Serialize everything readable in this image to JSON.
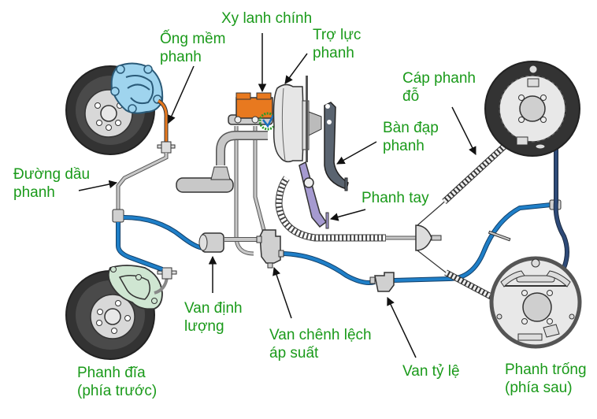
{
  "title": "Hệ thống phanh ô tô",
  "colors": {
    "label": "#1a9a1a",
    "brake_line_blue": "#1f7fc8",
    "parking_cable_blue": "#2e4a78",
    "master_cylinder": "#e8791f",
    "front_caliper": "#9fd4ee",
    "front_lower_caliper": "#cfe6d2",
    "hand_brake_lever": "#a59ad0",
    "brake_pedal": "#5a6470",
    "metal_grey": "#c8c8c8",
    "tire": "#3a3a3a"
  },
  "labels": {
    "master_cylinder": "Xy lanh chính",
    "flex_hose_line1": "Ống mềm",
    "flex_hose_line2": "phanh",
    "booster_line1": "Trợ lực",
    "booster_line2": "phanh",
    "parking_cable_line1": "Cáp phanh",
    "parking_cable_line2": "đỗ",
    "brake_pedal_line1": "Bàn đạp",
    "brake_pedal_line2": "phanh",
    "brake_line_line1": "Đường dầu",
    "brake_line_line2": "phanh",
    "hand_brake": "Phanh tay",
    "metering_valve_line1": "Van định",
    "metering_valve_line2": "lượng",
    "pressure_diff_valve_line1": "Van chênh lệch",
    "pressure_diff_valve_line2": "áp suất",
    "proportioning_valve": "Van tỷ lệ",
    "disc_brake_line1": "Phanh đĩa",
    "disc_brake_line2": "(phía trước)",
    "drum_brake_line1": "Phanh trống",
    "drum_brake_line2": "(phía sau)"
  }
}
